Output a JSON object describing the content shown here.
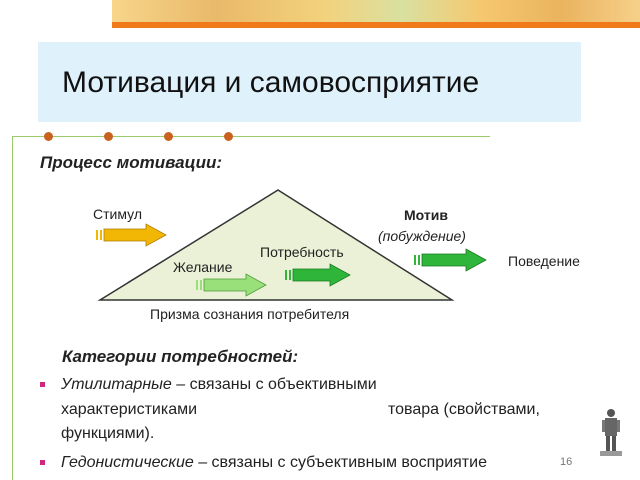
{
  "slide": {
    "title": "Мотивация и самовосприятие",
    "process_heading": "Процесс мотивации:",
    "diagram": {
      "stimulus": "Стимул",
      "desire": "Желание",
      "need": "Потребность",
      "motive": "Мотив",
      "motive_sub": "(побуждение)",
      "behavior": "Поведение",
      "prism": "Призма сознания потребителя"
    },
    "categories_heading": "Категории потребностей:",
    "bullets": [
      {
        "term": "Утилитарные",
        "line1_rest": " – связаны с  объективными",
        "line2_left": "характеристиками",
        "line2_right": "товара (свойствами,",
        "line3": "функциями)."
      },
      {
        "term": "Гедонистические",
        "line1_rest": " – связаны с субъективным восприятие"
      }
    ],
    "page_number": "16"
  },
  "colors": {
    "title_bg": "#dff1fb",
    "accent_orange": "#f07a19",
    "line_green": "#9acb6a",
    "dot_brown": "#c8621e",
    "bullet_magenta": "#d1267a",
    "arrow_yellow": "#f2b705",
    "arrow_green": "#2fb53a",
    "arrow_light_green": "#9ae07a",
    "triangle_fill": "#ebf1d6"
  }
}
